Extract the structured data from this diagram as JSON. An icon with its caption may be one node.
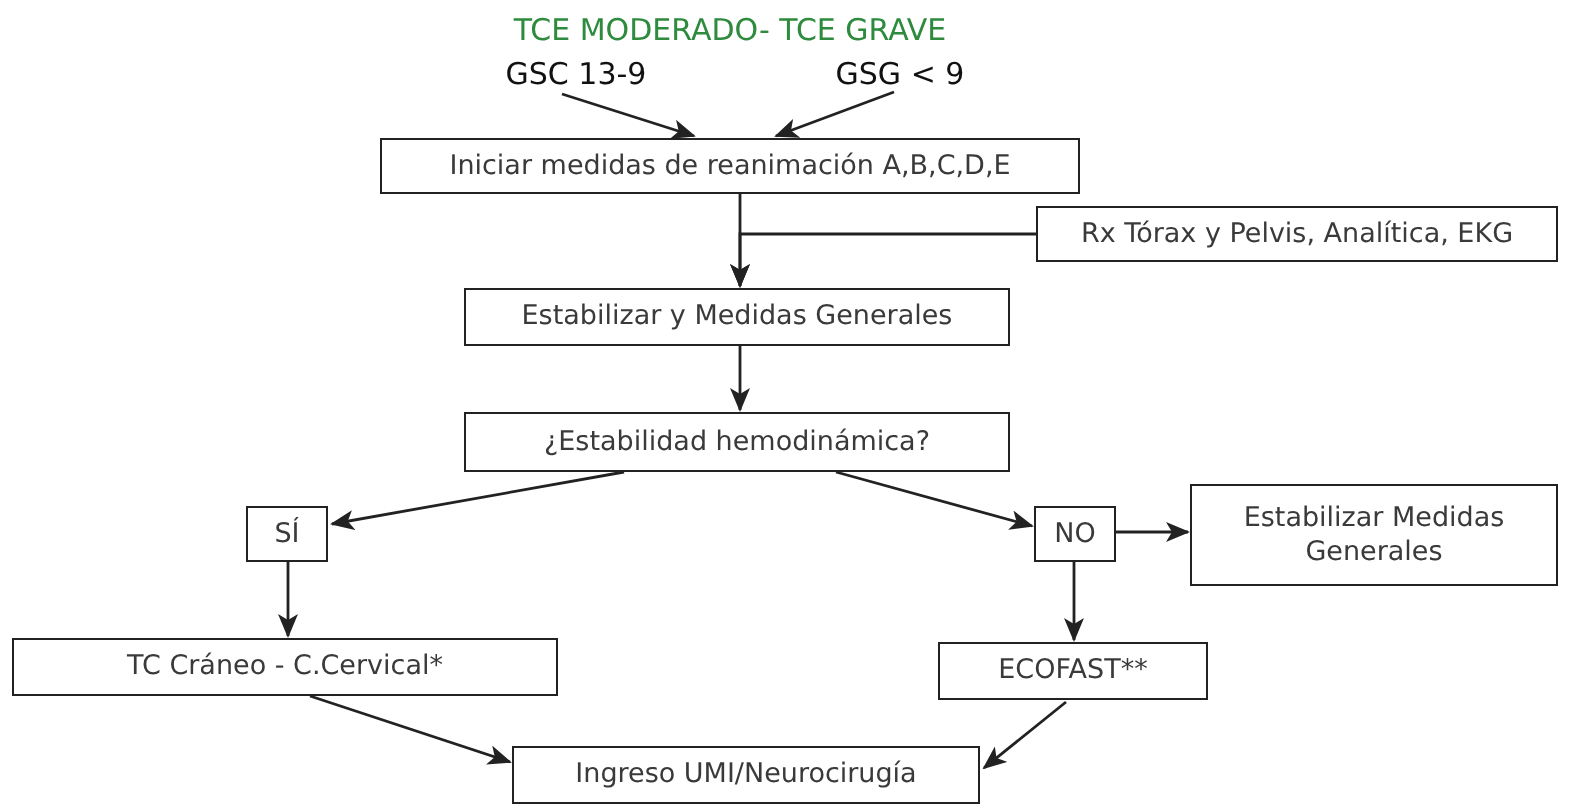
{
  "diagram": {
    "title": "TCE MODERADO- TCE GRAVE",
    "nodes": [
      {
        "text": [
          "GSC 13-9"
        ]
      },
      {
        "text": [
          "GSG < 9"
        ]
      },
      {
        "text": [
          "Iniciar medidas de reanimación A,B,C,D,E"
        ]
      },
      {
        "text": [
          "Rx Tórax y Pelvis, Analítica, EKG"
        ]
      },
      {
        "text": [
          "Estabilizar y Medidas Generales"
        ]
      },
      {
        "text": [
          "¿Estabilidad hemodinámica?"
        ]
      },
      {
        "text": [
          "SÍ"
        ]
      },
      {
        "text": [
          "NO"
        ]
      },
      {
        "text": [
          "Estabilizar Medidas Generales"
        ]
      },
      {
        "text": [
          "TC Cráneo - C.Cervical*"
        ]
      },
      {
        "text": [
          "ECOFAST**"
        ]
      },
      {
        "text": [
          "Ingreso UMI/Neurocirugía"
        ]
      }
    ],
    "edges": [
      {
        "from": 0,
        "to": 2,
        "arrow": "to"
      },
      {
        "from": 1,
        "to": 2,
        "arrow": "to"
      },
      {
        "from": 2,
        "to": 4,
        "arrow": "to"
      },
      {
        "from": 3,
        "to": 4,
        "arrow": "to"
      },
      {
        "from": 4,
        "to": 5,
        "arrow": "to"
      },
      {
        "from": 5,
        "to": 6,
        "arrow": "to"
      },
      {
        "from": 5,
        "to": 7,
        "arrow": "to"
      },
      {
        "from": 7,
        "to": 8,
        "arrow": "to"
      },
      {
        "from": 6,
        "to": 9,
        "arrow": "to"
      },
      {
        "from": 7,
        "to": 10,
        "arrow": "to"
      },
      {
        "from": 9,
        "to": 11,
        "arrow": "to"
      },
      {
        "from": 10,
        "to": 11,
        "arrow": "to"
      }
    ]
  }
}
